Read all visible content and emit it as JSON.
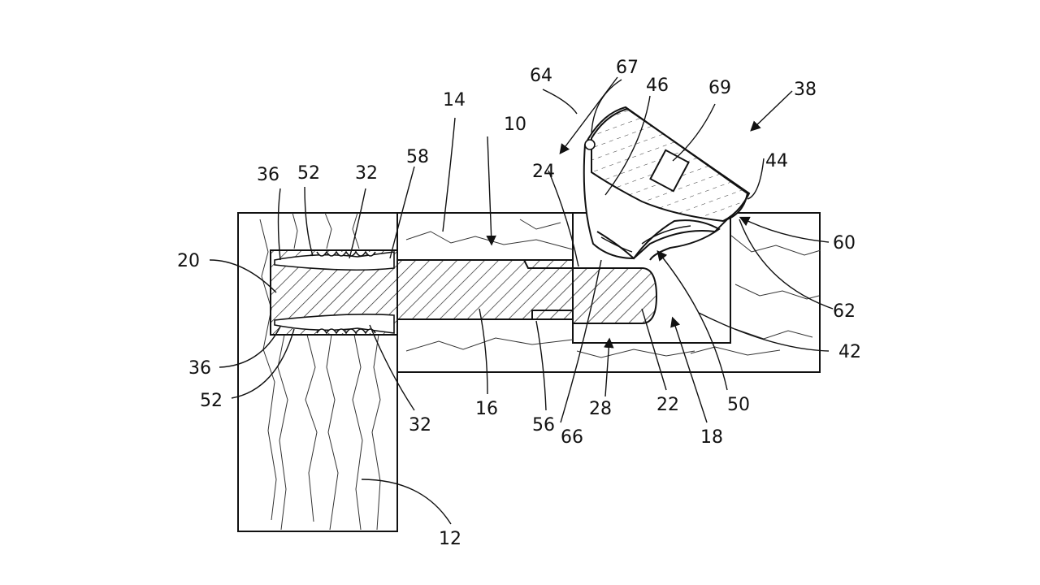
{
  "figure": {
    "labels": [
      {
        "id": "l10",
        "text": "10"
      },
      {
        "id": "l12",
        "text": "12"
      },
      {
        "id": "l14",
        "text": "14"
      },
      {
        "id": "l16",
        "text": "16"
      },
      {
        "id": "l18",
        "text": "18"
      },
      {
        "id": "l20",
        "text": "20"
      },
      {
        "id": "l22",
        "text": "22"
      },
      {
        "id": "l24",
        "text": "24"
      },
      {
        "id": "l28",
        "text": "28"
      },
      {
        "id": "l32a",
        "text": "32"
      },
      {
        "id": "l32b",
        "text": "32"
      },
      {
        "id": "l36a",
        "text": "36"
      },
      {
        "id": "l36b",
        "text": "36"
      },
      {
        "id": "l38",
        "text": "38"
      },
      {
        "id": "l42",
        "text": "42"
      },
      {
        "id": "l44",
        "text": "44"
      },
      {
        "id": "l46",
        "text": "46"
      },
      {
        "id": "l50",
        "text": "50"
      },
      {
        "id": "l52a",
        "text": "52"
      },
      {
        "id": "l52b",
        "text": "52"
      },
      {
        "id": "l56",
        "text": "56"
      },
      {
        "id": "l58",
        "text": "58"
      },
      {
        "id": "l60",
        "text": "60"
      },
      {
        "id": "l62",
        "text": "62"
      },
      {
        "id": "l64",
        "text": "64"
      },
      {
        "id": "l66",
        "text": "66"
      },
      {
        "id": "l67",
        "text": "67"
      },
      {
        "id": "l69",
        "text": "69"
      }
    ]
  }
}
